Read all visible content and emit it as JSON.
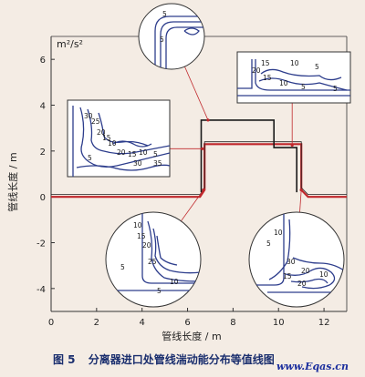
{
  "chart_data": {
    "type": "line",
    "xlabel": "管线长度 / m",
    "ylabel": "管线长度 / m",
    "xlim": [
      0,
      13
    ],
    "ylim": [
      -5,
      7
    ],
    "xticks": [
      0,
      2,
      4,
      6,
      8,
      10,
      12
    ],
    "yticks": [
      -4,
      -2,
      0,
      2,
      4,
      6
    ],
    "unit_label": "m²/s²",
    "grid": false,
    "series": [
      {
        "color": "#c0282c",
        "x": [
          0,
          6.55,
          6.75,
          6.75,
          11.0,
          11.0,
          11.3,
          13
        ],
        "y": [
          0,
          0,
          0.3,
          2.3,
          2.3,
          0.3,
          0,
          0
        ]
      },
      {
        "color": "#1a1a1a",
        "x": [
          6.6,
          6.6,
          9.8,
          9.8,
          10.8,
          10.8
        ],
        "y": [
          0.2,
          3.35,
          3.35,
          2.15,
          2.15,
          0.2
        ]
      }
    ],
    "insets": [
      {
        "name": "top",
        "labels": [
          "5",
          "5"
        ],
        "cx": 6.9,
        "cy": 3.35
      },
      {
        "name": "upper-right",
        "labels": [
          "15",
          "10",
          "5",
          "5",
          "20",
          "15",
          "10",
          "5"
        ],
        "cx": 10.6,
        "cy": 2.25
      },
      {
        "name": "upper-left",
        "labels": [
          "30",
          "25",
          "20",
          "15",
          "10",
          "5",
          "20",
          "15",
          "10",
          "5",
          "30",
          "35"
        ],
        "cx": 6.65,
        "cy": 2.1
      },
      {
        "name": "lower-left",
        "labels": [
          "10",
          "15",
          "20",
          "25",
          "5",
          "10",
          "5"
        ],
        "cx": 6.7,
        "cy": 0.3
      },
      {
        "name": "lower-right",
        "labels": [
          "10",
          "5",
          "30",
          "20",
          "15",
          "20",
          "10"
        ],
        "cx": 11.0,
        "cy": 0.3
      }
    ]
  },
  "caption": {
    "number": "图 5",
    "text": "分离器进口处管线湍动能分布等值线图"
  },
  "watermark": "www.Eqas.cn",
  "colors": {
    "contour": "#2d3d8c",
    "pipe_red": "#c0282c",
    "axis": "#333333",
    "inset_fill": "#ffffff"
  }
}
